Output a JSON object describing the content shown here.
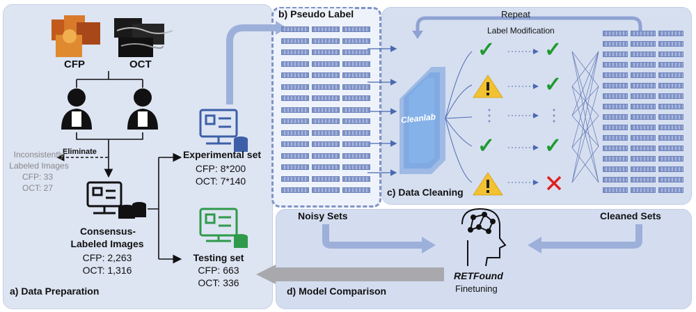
{
  "panels": {
    "a_label": "a) Data Preparation",
    "b_label": "b) Pseudo Label",
    "c_label": "c) Data Cleaning",
    "d_label": "d) Model Comparison"
  },
  "modalities": {
    "cfp": "CFP",
    "oct": "OCT"
  },
  "eliminate": {
    "label": "Eliminate",
    "desc_line1": "Inconsistently",
    "desc_line2": "Labeled Images",
    "cfp": "CFP: 33",
    "oct": "OCT: 27"
  },
  "consensus": {
    "line1": "Consensus-",
    "line2": "Labeled Images",
    "cfp": "CFP: 2,263",
    "oct": "OCT: 1,316"
  },
  "experimental": {
    "title": "Experimental set",
    "cfp": "CFP: 8*200",
    "oct": "OCT: 7*140"
  },
  "testing": {
    "title": "Testing set",
    "cfp": "CFP: 663",
    "oct": "OCT: 336"
  },
  "cleaning": {
    "repeat": "Repeat",
    "modification": "Label Modification",
    "tool": "Cleanlab"
  },
  "comparison": {
    "noisy": "Noisy Sets",
    "cleaned": "Cleaned Sets",
    "model": "RETFound",
    "finetune": "Finetuning"
  },
  "colors": {
    "check": "#1f9a2f",
    "warning": "#f2c230",
    "cross": "#e02020",
    "arrow": "#8ea2d3"
  }
}
